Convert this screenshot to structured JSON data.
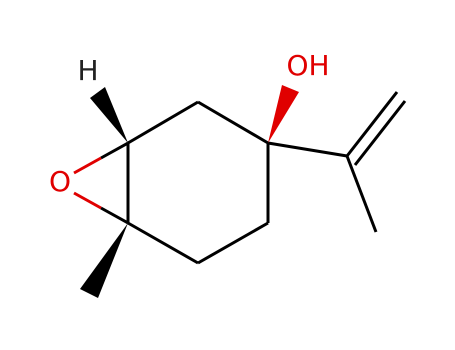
{
  "colors": {
    "carbon_bond": "#000000",
    "oxygen": "#e00000",
    "hydrogen_label": "#222222",
    "background": "#ffffff"
  },
  "atoms": {
    "hydroxyl_label": "OH",
    "epoxide_oxygen_label": "O",
    "hydrogen_label": "H"
  }
}
